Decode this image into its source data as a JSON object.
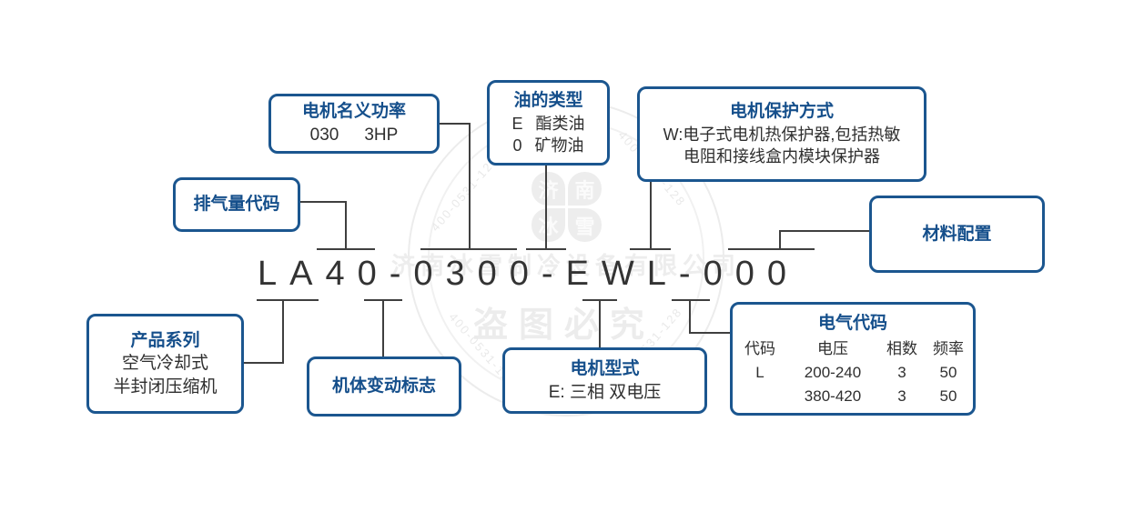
{
  "model": {
    "code": "LA40-0300-EWL-000"
  },
  "colors": {
    "box_border": "#1b568f",
    "title_blue": "#154f8b",
    "body_text": "#2f2f2f",
    "line_gray": "#3f3f3f",
    "watermark_gray": "#ececec"
  },
  "boxes": {
    "motor_power": {
      "title": "电机名义功率",
      "code": "030",
      "hp": "3HP"
    },
    "oil_type": {
      "title": "油的类型",
      "rows": [
        {
          "code": "E",
          "label": "酯类油"
        },
        {
          "code": "0",
          "label": "矿物油"
        }
      ]
    },
    "motor_protection": {
      "title": "电机保护方式",
      "line1": "W:电子式电机热保护器,包括热敏",
      "line2": "电阻和接线盒内模块保护器"
    },
    "displacement": {
      "title": "排气量代码"
    },
    "material": {
      "title": "材料配置"
    },
    "product_series": {
      "title": "产品系列",
      "line1": "空气冷却式",
      "line2": "半封闭压缩机"
    },
    "body_change": {
      "title": "机体变动标志"
    },
    "motor_type": {
      "title": "电机型式",
      "value": "E: 三相 双电压"
    },
    "electrical": {
      "title": "电气代码",
      "headers": [
        "代码",
        "电压",
        "相数",
        "频率"
      ],
      "rows": [
        [
          "L",
          "200-240",
          "3",
          "50"
        ],
        [
          "",
          "380-420",
          "3",
          "50"
        ]
      ]
    }
  },
  "watermark": {
    "stamp_chars": [
      "济",
      "南",
      "冰",
      "雪"
    ],
    "company": "济南冰雪制冷设备有限公司",
    "notice": "盗图必究",
    "phone": "400-0531-128"
  }
}
